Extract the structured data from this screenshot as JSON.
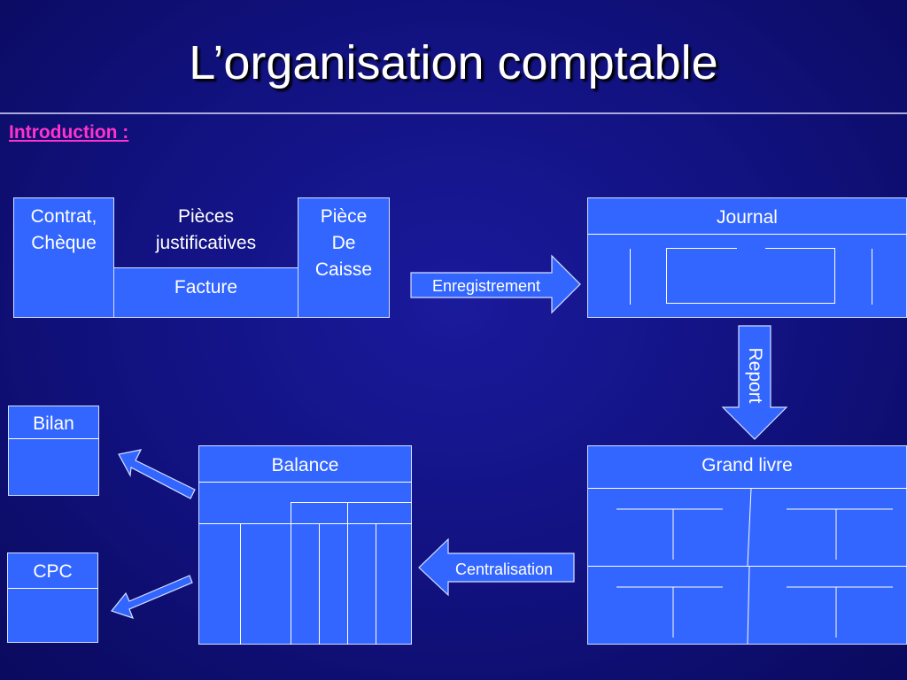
{
  "slide": {
    "title": "L’organisation comptable",
    "intro": "Introduction :"
  },
  "docs": {
    "contrat": "Contrat,\nChèque",
    "pieces": "Pièces\njustificatives",
    "facture": "Facture",
    "caisse": "Pièce\nDe\nCaisse"
  },
  "labels": {
    "journal": "Journal",
    "enregistrement": "Enregistrement",
    "report": "Report",
    "grand_livre": "Grand livre",
    "centralisation": "Centralisation",
    "balance": "Balance",
    "bilan": "Bilan",
    "cpc": "CPC"
  },
  "colors": {
    "background": "#11117e",
    "box": "#3366ff",
    "intro": "#ff33cc"
  }
}
